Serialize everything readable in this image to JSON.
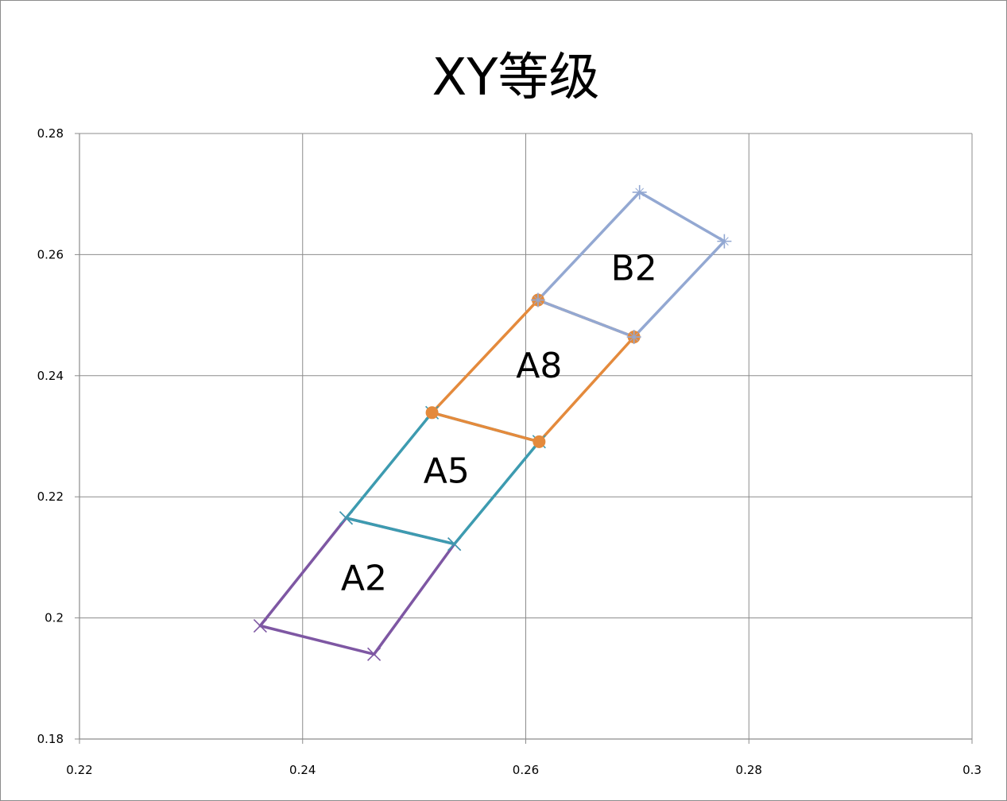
{
  "chart_data": {
    "type": "scatter",
    "title": "XY等级",
    "xlabel": "",
    "ylabel": "",
    "xlim": [
      0.22,
      0.3
    ],
    "ylim": [
      0.18,
      0.28
    ],
    "x_ticks": [
      0.22,
      0.24,
      0.26,
      0.28,
      0.3
    ],
    "y_ticks": [
      0.18,
      0.2,
      0.22,
      0.24,
      0.26,
      0.28
    ],
    "x_tick_labels": [
      "0.22",
      "0.24",
      "0.26",
      "0.28",
      "0.3"
    ],
    "y_tick_labels": [
      "0.18",
      "0.2",
      "0.22",
      "0.24",
      "0.26",
      "0.28"
    ],
    "grid": true,
    "legend": "none",
    "series": [
      {
        "label": "A2",
        "color": "#7e57a3",
        "marker": "x",
        "x": [
          0.2362,
          0.2439,
          0.2536,
          0.2464,
          0.2362
        ],
        "y": [
          0.1987,
          0.2165,
          0.2122,
          0.194,
          0.1987
        ]
      },
      {
        "label": "A5",
        "color": "#3d9bb0",
        "marker": "x",
        "x": [
          0.2439,
          0.2516,
          0.2612,
          0.2536,
          0.2439
        ],
        "y": [
          0.2165,
          0.2339,
          0.2291,
          0.2122,
          0.2165
        ]
      },
      {
        "label": "A8",
        "color": "#e48a3c",
        "marker": "o",
        "x": [
          0.2516,
          0.2611,
          0.2697,
          0.2612,
          0.2516
        ],
        "y": [
          0.2339,
          0.2525,
          0.2464,
          0.2291,
          0.2339
        ]
      },
      {
        "label": "B2",
        "color": "#93a8d2",
        "marker": "plus",
        "x": [
          0.2611,
          0.2702,
          0.2778,
          0.2697,
          0.2611
        ],
        "y": [
          0.2525,
          0.2703,
          0.2622,
          0.2464,
          0.2525
        ]
      }
    ],
    "region_labels": [
      {
        "text": "A2",
        "x": 0.2455,
        "y": 0.2046
      },
      {
        "text": "A5",
        "x": 0.2529,
        "y": 0.2223
      },
      {
        "text": "A8",
        "x": 0.2612,
        "y": 0.2397
      },
      {
        "text": "B2",
        "x": 0.2697,
        "y": 0.2558
      }
    ],
    "colors": {
      "grid": "#8c8c8c",
      "axis": "#8c8c8c",
      "text": "#000000"
    }
  }
}
